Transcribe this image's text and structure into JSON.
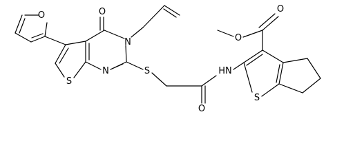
{
  "molecule": {
    "atoms": {
      "furan_o": "O",
      "carbonyl_o": "O",
      "ring_n3": "N",
      "ring_n1": "N",
      "thioether_s": "S",
      "amide_o": "O",
      "amide_nh": "HN",
      "thienopyrimidine_s": "S",
      "thiophene_s": "S",
      "ester_carbonyl_o": "O",
      "ester_o": "O"
    }
  },
  "colors": {
    "bond": "#000000",
    "background": "#ffffff"
  }
}
